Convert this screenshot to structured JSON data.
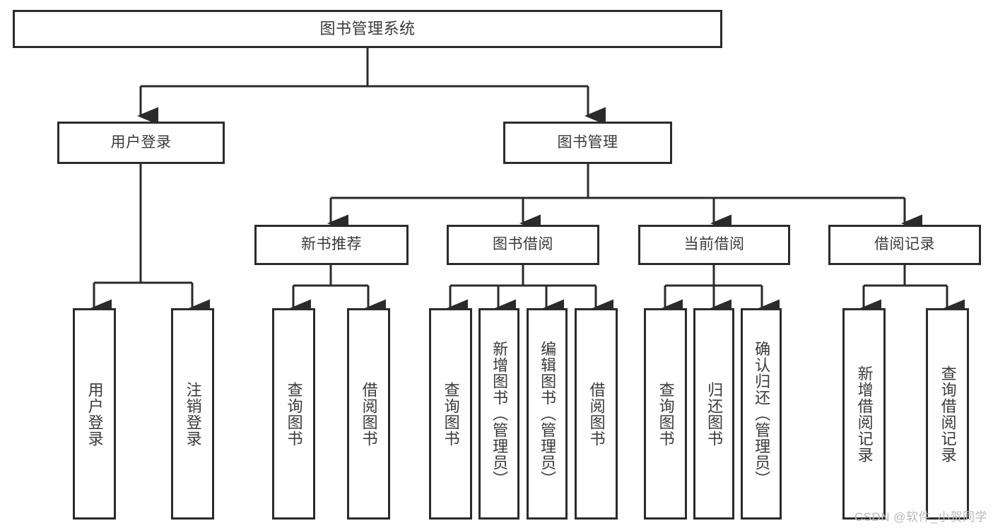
{
  "diagram": {
    "title": "图书管理系统",
    "type": "tree",
    "watermark": "CSDN @软件_小贺同学",
    "colors": {
      "border": "#2b2b2b",
      "text": "#3a3a3a",
      "background": "#ffffff",
      "connector": "#2b2b2b",
      "watermark": "#b9b9b9"
    },
    "root": {
      "label": "图书管理系统"
    },
    "level2": [
      {
        "label": "用户登录"
      },
      {
        "label": "图书管理"
      }
    ],
    "level3": [
      {
        "label": "新书推荐"
      },
      {
        "label": "图书借阅"
      },
      {
        "label": "当前借阅"
      },
      {
        "label": "借阅记录"
      }
    ],
    "leaves": {
      "user_login": [
        {
          "label": "用户登录"
        },
        {
          "label": "注销登录"
        }
      ],
      "new_book_recommend": [
        {
          "label": "查询图书"
        },
        {
          "label": "借阅图书"
        }
      ],
      "book_borrow": [
        {
          "label": "查询图书"
        },
        {
          "label": "新增图书（管理员）"
        },
        {
          "label": "编辑图书（管理员）"
        },
        {
          "label": "借阅图书"
        }
      ],
      "current_borrow": [
        {
          "label": "查询图书"
        },
        {
          "label": "归还图书"
        },
        {
          "label": "确认归还（管理员）"
        }
      ],
      "borrow_record": [
        {
          "label": "新增借阅记录"
        },
        {
          "label": "查询借阅记录"
        }
      ]
    }
  }
}
